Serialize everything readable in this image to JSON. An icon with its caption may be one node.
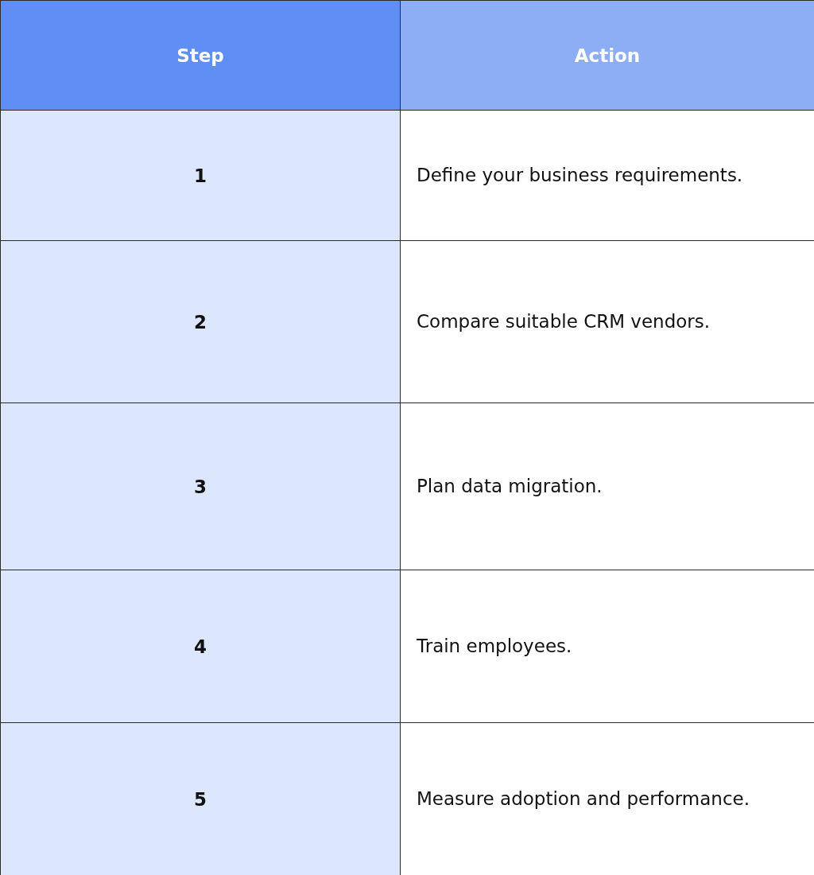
{
  "diagram": {
    "labels": [
      "Step",
      "Action",
      "1",
      "Define your business requirements.",
      "2",
      "Compare suitable CRM vendors.",
      "3",
      "Plan data migration.",
      "4",
      "Train employees.",
      "5",
      "Measure adoption and performance."
    ]
  }
}
